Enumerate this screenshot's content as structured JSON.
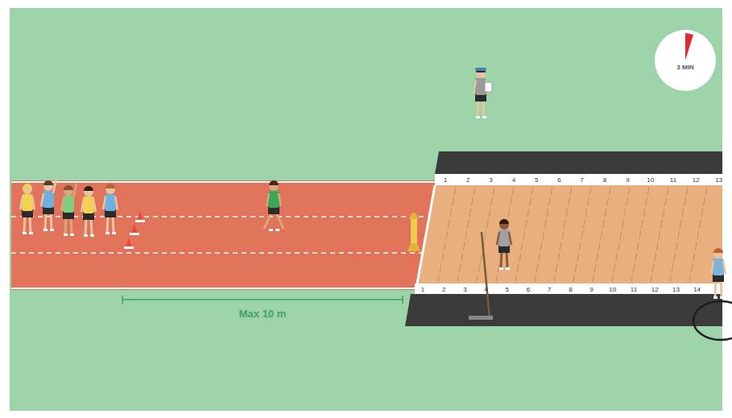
{
  "diagram": {
    "nodes": [
      {
        "text": [
          "3 MIN"
        ]
      }
    ],
    "labels": [
      "Max 10 m",
      "1",
      "2",
      "3",
      "4",
      "5",
      "6",
      "7",
      "8",
      "9",
      "10",
      "11",
      "12",
      "13",
      "1",
      "2",
      "3",
      "4",
      "5",
      "6",
      "7",
      "8",
      "9",
      "10",
      "11",
      "12",
      "13",
      "14"
    ]
  }
}
